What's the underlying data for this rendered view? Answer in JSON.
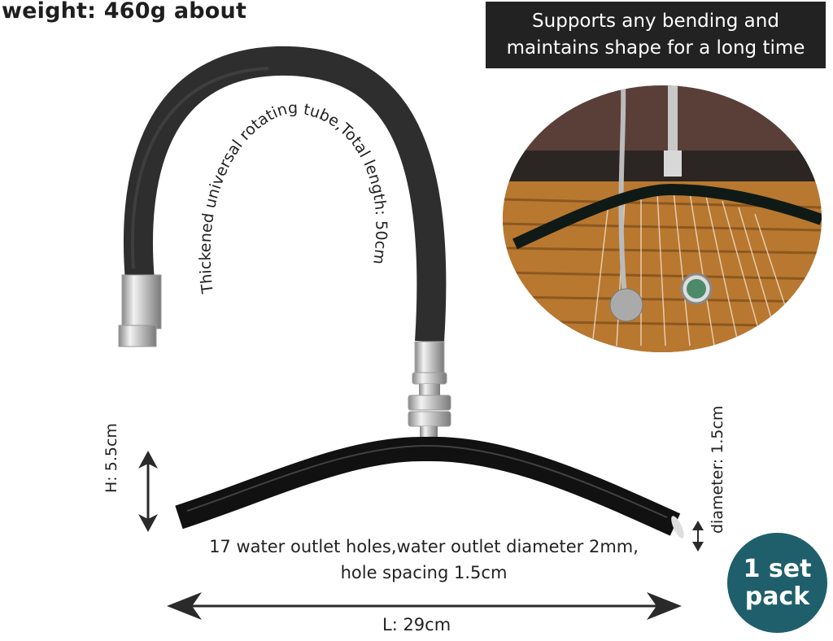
{
  "header": {
    "weight_text": "weight: 460g about"
  },
  "banner": {
    "line1": "Supports any bending and",
    "line2": "maintains shape for a long time",
    "background": "#222222"
  },
  "hose": {
    "arc_text": "Thickened universal rotating tube,Total length: 50cm",
    "color": "#2e2e2e"
  },
  "spray_bar": {
    "holes_line1": "17 water outlet holes,water outlet diameter 2mm,",
    "holes_line2": "hole spacing 1.5cm",
    "height_label": "H: 5.5cm",
    "length_label": "L: 29cm",
    "diameter_label": "diameter: 1.5cm",
    "color": "#111111"
  },
  "badge": {
    "line1": "1 set",
    "line2": "pack",
    "color": "#1f5f6b"
  },
  "photo": {
    "description": "spray bar installed over wooden tub with water streams"
  }
}
